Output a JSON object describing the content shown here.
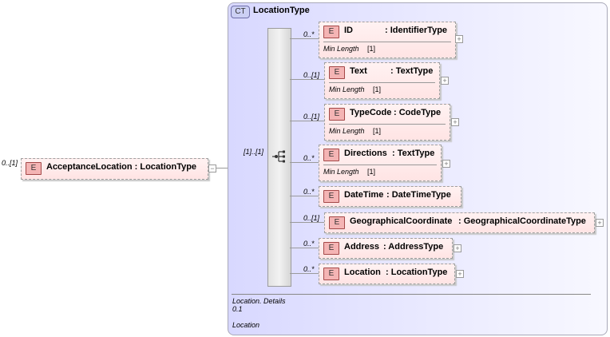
{
  "root": {
    "cardinality": "0..[1]",
    "badge": "E",
    "label": "AcceptanceLocation : LocationType",
    "expand": "−"
  },
  "complex_type": {
    "badge": "CT",
    "title": "LocationType",
    "sequence_cardinality": "[1]..[1]",
    "documentation": [
      "Location. Details",
      "0.1",
      "",
      "Location"
    ]
  },
  "children": [
    {
      "cardinality": "0..*",
      "badge": "E",
      "name": "ID",
      "type": ": IdentifierType",
      "facet": "Min Length",
      "facet_value": "[1]"
    },
    {
      "cardinality": "0..[1]",
      "badge": "E",
      "name": "Text",
      "type": ": TextType",
      "facet": "Min Length",
      "facet_value": "[1]"
    },
    {
      "cardinality": "0..[1]",
      "badge": "E",
      "name": "TypeCode",
      "type": ": CodeType",
      "facet": "Min Length",
      "facet_value": "[1]"
    },
    {
      "cardinality": "0..*",
      "badge": "E",
      "name": "Directions",
      "type": ": TextType",
      "facet": "Min Length",
      "facet_value": "[1]"
    },
    {
      "cardinality": "0..*",
      "badge": "E",
      "name": "DateTime",
      "type": ": DateTimeType"
    },
    {
      "cardinality": "0..[1]",
      "badge": "E",
      "name": "GeographicalCoordinate",
      "type": ": GeographicalCoordinateType"
    },
    {
      "cardinality": "0..*",
      "badge": "E",
      "name": "Address",
      "type": ": AddressType"
    },
    {
      "cardinality": "0..*",
      "badge": "E",
      "name": "Location",
      "type": ": LocationType"
    }
  ],
  "plus_glyph": "+"
}
